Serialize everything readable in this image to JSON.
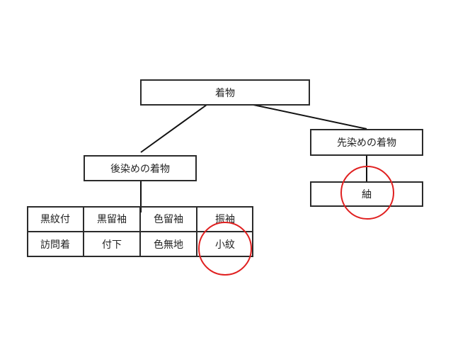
{
  "diagram": {
    "root": {
      "label": "着物"
    },
    "atozome": {
      "label": "後染めの着物"
    },
    "sakizome": {
      "label": "先染めの着物"
    },
    "tsumugi": {
      "label": "紬"
    },
    "grid": {
      "rows": [
        [
          "黒紋付",
          "黒留袖",
          "色留袖",
          "振袖"
        ],
        [
          "訪問着",
          "付下",
          "色無地",
          "小紋"
        ]
      ]
    },
    "highlights": [
      "小紋",
      "紬"
    ],
    "colors": {
      "line": "#111111",
      "border": "#2b2b2b",
      "highlight": "#e02020"
    }
  }
}
